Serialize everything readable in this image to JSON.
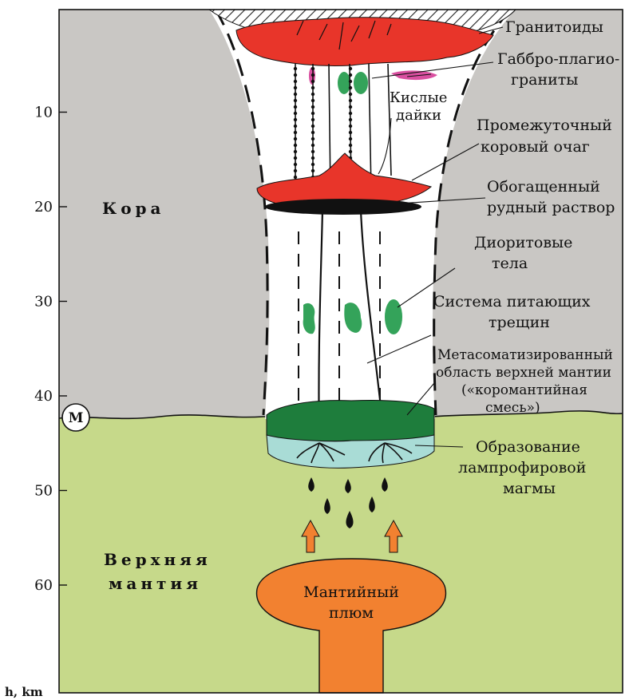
{
  "axis": {
    "unit_label": "h, km",
    "ticks": [
      "10",
      "20",
      "30",
      "40",
      "50",
      "60"
    ]
  },
  "zones": {
    "crust": "Кора",
    "mantle_line1": "Верхняя",
    "mantle_line2": "мантия",
    "moho_marker": "M"
  },
  "labels": {
    "granitoids": "Гранитоиды",
    "gabbro_line1": "Габбро-плагио-",
    "gabbro_line2": "граниты",
    "acid_dikes_line1": "Кислые",
    "acid_dikes_line2": "дайки",
    "intermediate_line1": "Промежуточный",
    "intermediate_line2": "коровый очаг",
    "ore_line1": "Обогащенный",
    "ore_line2": "рудный раствор",
    "diorite_line1": "Диоритовые",
    "diorite_line2": "тела",
    "feeder_line1": "Система питающих",
    "feeder_line2": "трещин",
    "metasom_line1": "Метасоматизированный",
    "metasom_line2": "область верхней мантии",
    "metasom_line3": "(«коромантийная",
    "metasom_line4": "смесь»)",
    "lamprophyre_line1": "Образование",
    "lamprophyre_line2": "лампрофировой",
    "lamprophyre_line3": "магмы",
    "plume_line1": "Мантийный",
    "plume_line2": "плюм"
  },
  "colors": {
    "crust": "#c9c7c4",
    "mantle": "#c6d98a",
    "granite": "#e8352a",
    "diorite": "#34a35a",
    "metasomatized": "#1e7d3c",
    "lamprophyre": "#a9dcd6",
    "plume": "#f28130",
    "gabbro": "#d94fa0"
  }
}
